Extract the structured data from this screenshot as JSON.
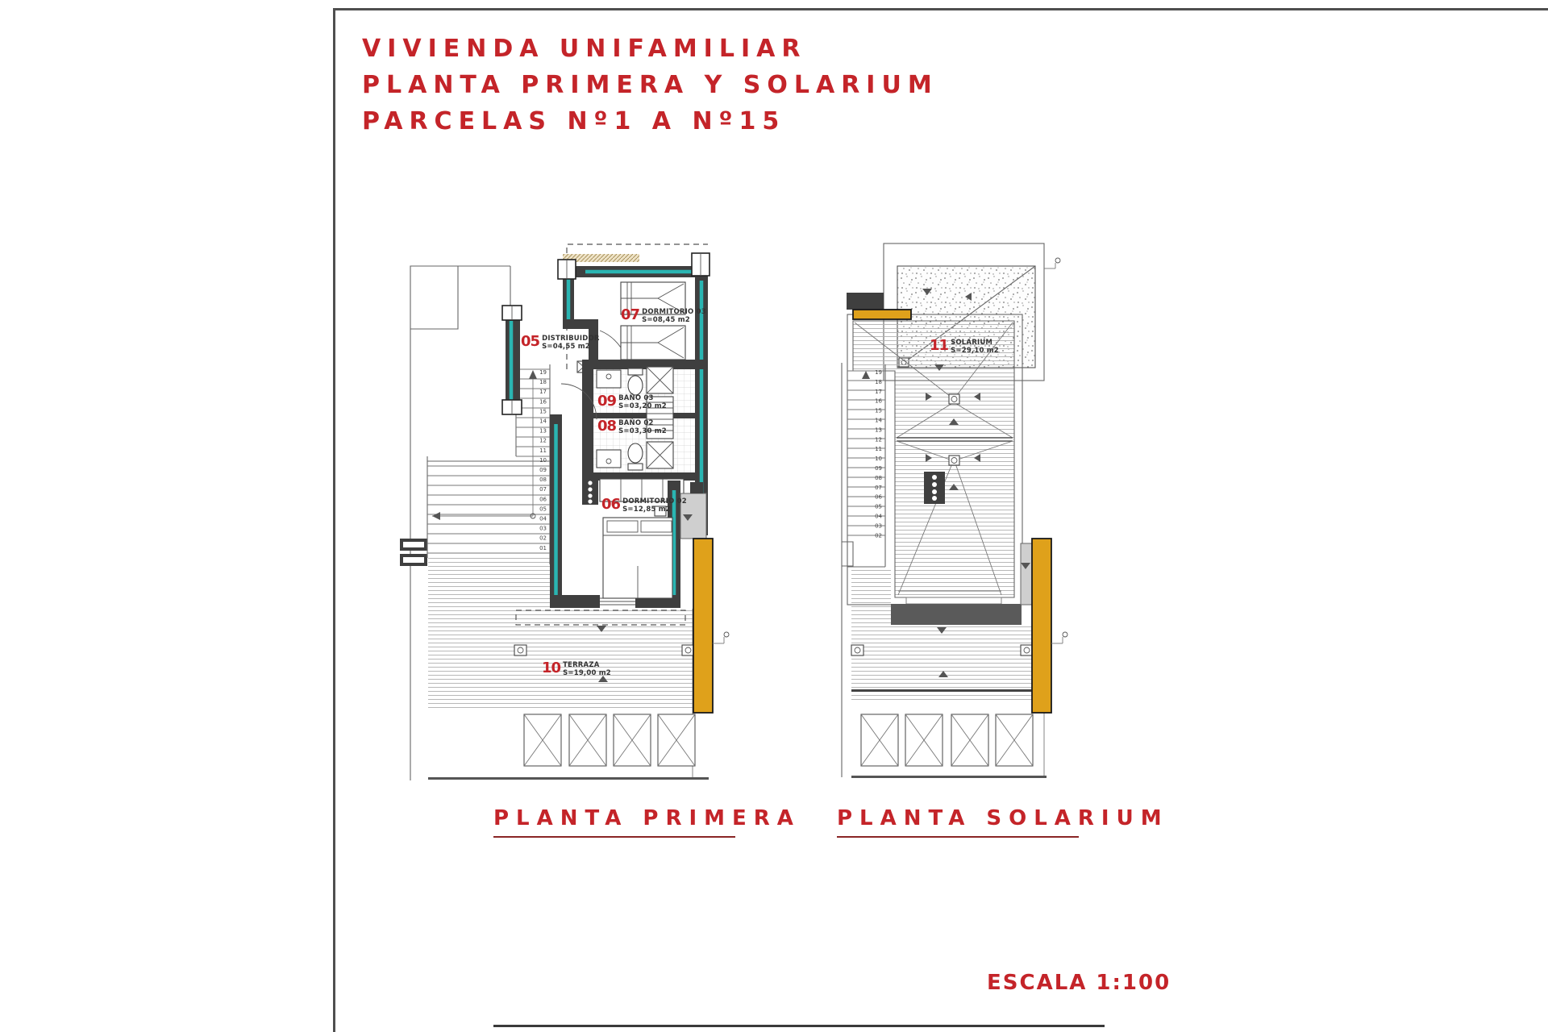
{
  "title_block": {
    "line1": "VIVIENDA UNIFAMILIAR",
    "line2": "PLANTA PRIMERA Y SOLARIUM",
    "line3": "PARCELAS Nº1 A Nº15"
  },
  "scale_label": "ESCALA 1:100",
  "plans": {
    "primera": {
      "title": "PLANTA PRIMERA",
      "rooms": [
        {
          "number": "05",
          "name": "DISTRIBUIDOR",
          "area": "S=04,55 m2"
        },
        {
          "number": "07",
          "name": "DORMITORIO 03",
          "area": "S=08,45 m2"
        },
        {
          "number": "09",
          "name": "BAÑO 03",
          "area": "S=03,20 m2"
        },
        {
          "number": "08",
          "name": "BAÑO 02",
          "area": "S=03,30 m2"
        },
        {
          "number": "06",
          "name": "DORMITORIO 02",
          "area": "S=12,85 m2"
        },
        {
          "number": "10",
          "name": "TERRAZA",
          "area": "S=19,00 m2"
        }
      ],
      "stair_numbers": [
        "19",
        "18",
        "17",
        "16",
        "15",
        "14",
        "13",
        "12",
        "11",
        "10",
        "09",
        "08",
        "07",
        "06",
        "05",
        "04",
        "03",
        "02",
        "01"
      ]
    },
    "solarium": {
      "title": "PLANTA SOLARIUM",
      "rooms": [
        {
          "number": "11",
          "name": "SOLARIUM",
          "area": "S=29,10 m2"
        }
      ],
      "stair_numbers": [
        "19",
        "18",
        "17",
        "16",
        "15",
        "14",
        "13",
        "12",
        "11",
        "10",
        "09",
        "08",
        "07",
        "06",
        "05",
        "04",
        "03",
        "02"
      ]
    }
  },
  "colors": {
    "title_red": "#c42429",
    "wall_dark": "#3f3f3f",
    "insulation_teal": "#2ab5b2",
    "pergola_orange": "#dfa11b"
  }
}
